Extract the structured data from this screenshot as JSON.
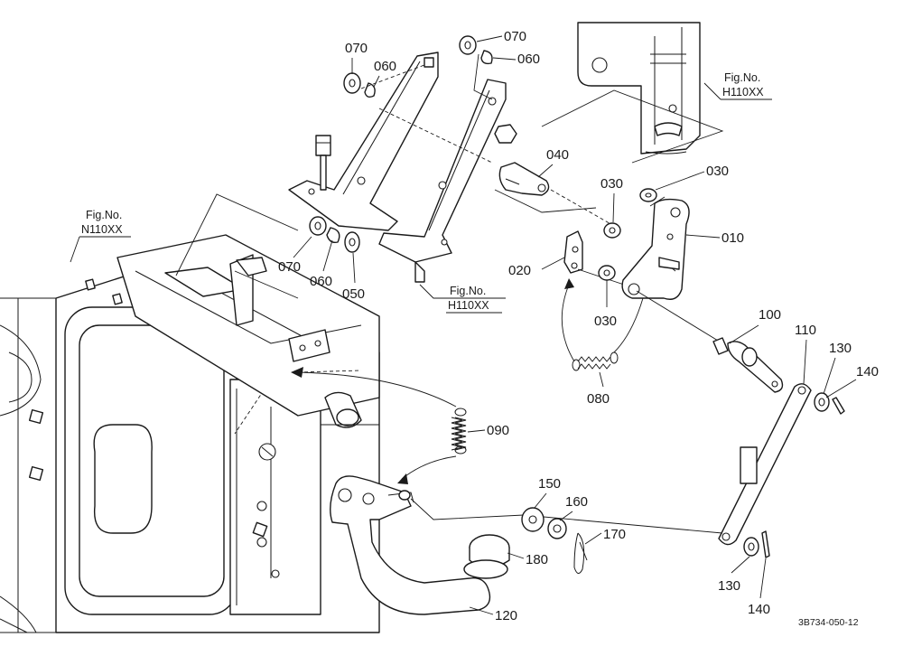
{
  "parts": {
    "p010": "010",
    "p020": "020",
    "p030": "030",
    "p040": "040",
    "p050": "050",
    "p060": "060",
    "p070": "070",
    "p080": "080",
    "p090": "090",
    "p100": "100",
    "p110": "110",
    "p120": "120",
    "p130": "130",
    "p140": "140",
    "p150": "150",
    "p160": "160",
    "p170": "170",
    "p180": "180"
  },
  "refs": {
    "fig_label": "Fig.No.",
    "h110": "H110XX",
    "n110": "N110XX"
  },
  "drawing_code": "3B734-050-12"
}
